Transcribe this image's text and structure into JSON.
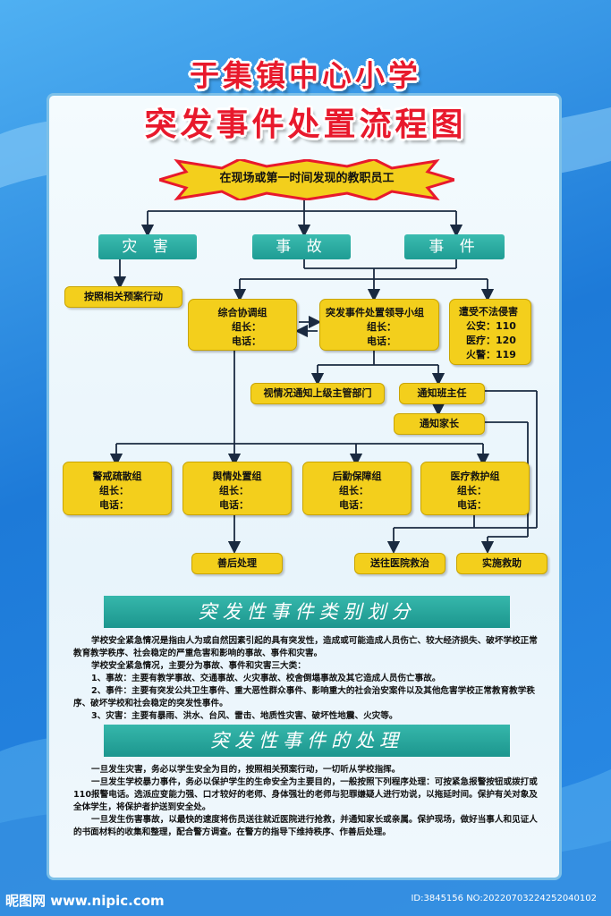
{
  "title_line1": "于集镇中心小学",
  "title_line2": "突发事件处置流程图",
  "top_burst": "在现场或第一时间发现的教职员工",
  "categories": [
    "灾 害",
    "事 故",
    "事 件"
  ],
  "disaster_action": "按照相关预案行动",
  "coord_group": {
    "name": "综合协调组",
    "leader": "组长：",
    "phone": "电话："
  },
  "lead_group": {
    "name": "突发事件处置领导小组",
    "leader": "组长：",
    "phone": "电话："
  },
  "illegal": {
    "name": "遭受不法侵害",
    "police": "公安：110",
    "medical": "医疗：120",
    "fire": "火警：119"
  },
  "notify_superior": "视情况通知上级主管部门",
  "notify_teacher": "通知班主任",
  "notify_parents": "通知家长",
  "groups": [
    {
      "name": "警戒疏散组",
      "leader": "组长：",
      "phone": "电话："
    },
    {
      "name": "舆情处置组",
      "leader": "组长：",
      "phone": "电话："
    },
    {
      "name": "后勤保障组",
      "leader": "组长：",
      "phone": "电话："
    },
    {
      "name": "医疗救护组",
      "leader": "组长：",
      "phone": "电话："
    }
  ],
  "aftermath": "善后处理",
  "hospital": "送往医院救治",
  "rescue": "实施救助",
  "section1_title": "突发性事件类别划分",
  "section1_paras": [
    "学校安全紧急情况是指由人为或自然因素引起的具有突发性，造成或可能造成人员伤亡、较大经济损失、破坏学校正常教育教学秩序、社会稳定的严重危害和影响的事故、事件和灾害。",
    "学校安全紧急情况，主要分为事故、事件和灾害三大类：",
    "1、事故：主要有教学事故、交通事故、火灾事故、校舍倒塌事故及其它造成人员伤亡事故。",
    "2、事件：主要有突发公共卫生事件、重大恶性群众事件、影响重大的社会治安案件以及其他危害学校正常教育教学秩序、破坏学校和社会稳定的突发性事件。",
    "3、灾害：主要有暴雨、洪水、台风、雷击、地质性灾害、破坏性地震、火灾等。"
  ],
  "section2_title": "突发性事件的处理",
  "section2_paras": [
    "一旦发生灾害，务必以学生安全为目的，按照相关预案行动，一切听从学校指挥。",
    "一旦发生学校暴力事件，务必以保护学生的生命安全为主要目的，一般按照下列程序处理：可按紧急报警按钮或拨打或110报警电话。选派应变能力强、口才较好的老师、身体强壮的老师与犯罪嫌疑人进行劝说，以拖延时间。保护有关对象及全体学生，将保护者护送到安全处。",
    "一旦发生伤害事故，以最快的速度将伤员送往就近医院进行抢救，并通知家长或亲属。保护现场，做好当事人和见证人的书面材料的收集和整理，配合警方调查。在警方的指导下维持秩序、作善后处理。"
  ],
  "footer_left": "昵图网 www.nipic.com",
  "footer_right": "ID:3845156 NO:20220703224252040102",
  "colors": {
    "title_red": "#e8192c",
    "box_yellow": "#f3cf1c",
    "teal": "#1e9c94",
    "bg_blue": "#1e7fd6"
  }
}
